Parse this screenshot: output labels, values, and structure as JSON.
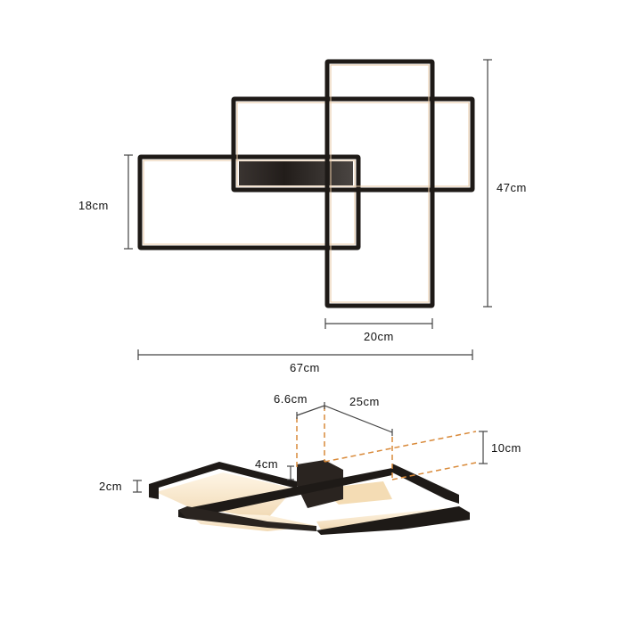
{
  "top_view": {
    "dimensions": {
      "height_left": "18cm",
      "height_total": "47cm",
      "width_frame": "20cm",
      "width_total": "67cm"
    }
  },
  "side_view": {
    "dimensions": {
      "canopy_depth": "6.6cm",
      "canopy_length": "25cm",
      "mount_height": "10cm",
      "canopy_height": "4cm",
      "frame_thickness": "2cm"
    }
  },
  "colors": {
    "frame": "#1e1a17",
    "dimension_line": "#333333",
    "guide_line": "#d98a3a",
    "glow": "#f6e6cc"
  }
}
